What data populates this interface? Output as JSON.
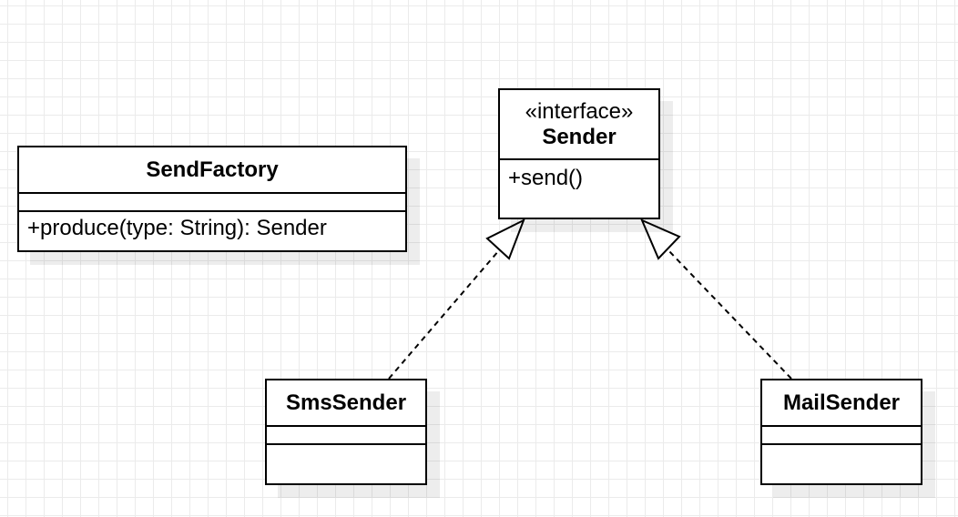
{
  "diagram": {
    "classes": {
      "send_factory": {
        "name": "SendFactory",
        "operations": [
          "+produce(type: String): Sender"
        ]
      },
      "sender": {
        "stereotype": "«interface»",
        "name": "Sender",
        "operations": [
          "+send()"
        ]
      },
      "sms_sender": {
        "name": "SmsSender"
      },
      "mail_sender": {
        "name": "MailSender"
      }
    },
    "relationships": [
      {
        "type": "realization",
        "from": "SmsSender",
        "to": "Sender"
      },
      {
        "type": "realization",
        "from": "MailSender",
        "to": "Sender"
      }
    ],
    "colors": {
      "line": "#000000",
      "grid": "#ebebeb",
      "background": "#ffffff"
    }
  }
}
